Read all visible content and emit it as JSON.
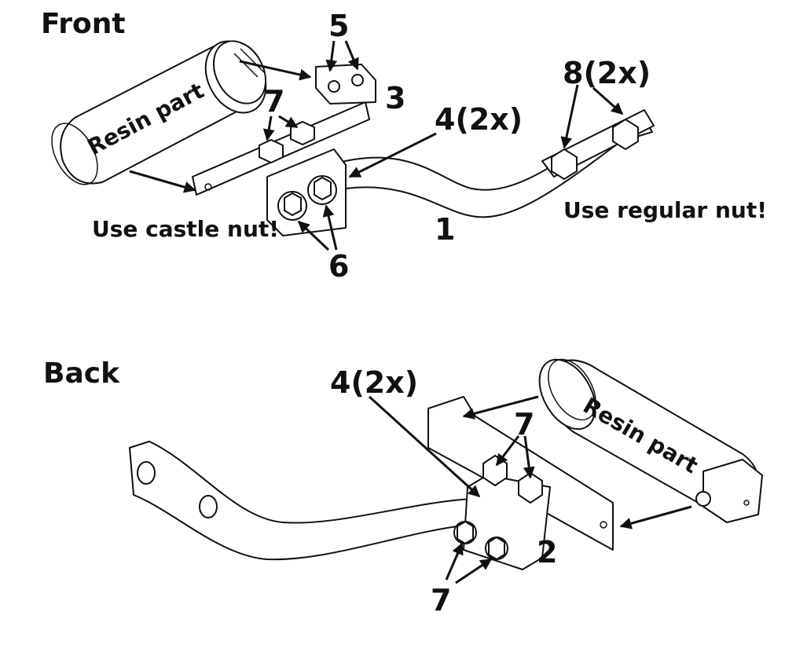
{
  "views": {
    "front": {
      "title": "Front"
    },
    "back": {
      "title": "Back"
    }
  },
  "labels": {
    "front_5": "5",
    "front_3": "3",
    "front_7": "7",
    "front_4": "4(2x)",
    "front_8": "8(2x)",
    "front_1": "1",
    "front_6": "6",
    "back_4": "4(2x)",
    "back_7_top": "7",
    "back_2": "2",
    "back_7_bottom": "7"
  },
  "notes": {
    "castle": "Use castle nut!",
    "regular": "Use regular nut!"
  },
  "resin": {
    "front": "Resin part",
    "back": "Resin part"
  }
}
